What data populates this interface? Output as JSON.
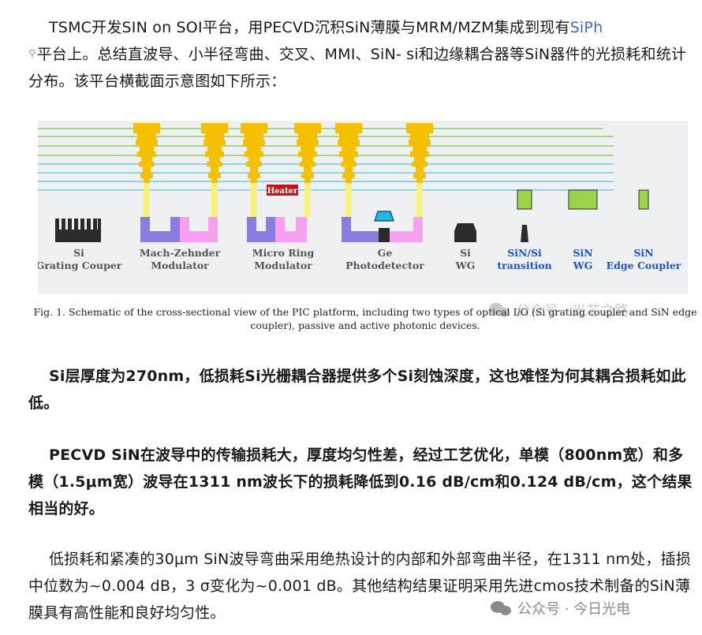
{
  "intro": {
    "text_before_link": "TSMC开发SIN on SOI平台，用PECVD沉积SiN薄膜与MRM/MZM集成到现有",
    "link_text": "SiPh",
    "text_after_link": "平台上。总结直波导、小半径弯曲、交叉、MMI、SiN- si和边缘耦合器等SiN器件的光损耗和统计分布。该平台横截面示意图如下所示："
  },
  "figure": {
    "labels": {
      "grating": [
        "Si",
        "Grating Couper"
      ],
      "mzm": [
        "Mach-Zehnder",
        "Modulator"
      ],
      "mrm": [
        "Micro Ring",
        "Modulator"
      ],
      "ge": [
        "Ge",
        "Photodetector"
      ],
      "siwg": [
        "Si",
        "WG"
      ],
      "transition": [
        "SiN/Si",
        "transition"
      ],
      "sinwg": [
        "SiN",
        "WG"
      ],
      "edge": [
        "SiN",
        "Edge Coupler"
      ]
    },
    "heater_label": "Heater",
    "caption": "Fig. 1. Schematic of the cross-sectional view of the PIC platform, including two types of optical I/O (Si grating coupler and SiN edge coupler), passive and active photonic devices.",
    "colors": {
      "background": "#eef0f1",
      "metal": "#f5c000",
      "via": "#f7f07a",
      "modulator_purple": "#8a7de0",
      "modulator_pink": "#f7a0f0",
      "si": "#2b2b2b",
      "sin": "#9bd44a",
      "heater": "#c0141c",
      "ge": "#1fb6e8",
      "sin_label": "#2050d0"
    }
  },
  "watermarks": {
    "figure_mark": "公众号 · 光芯之路",
    "footer_mark": "公众号 · 今日光电"
  },
  "paragraphs": {
    "p1": "Si层厚度为270nm，低损耗Si光栅耦合器提供多个Si刻蚀深度，这也难怪为何其耦合损耗如此低。",
    "p2": "PECVD SiN在波导中的传输损耗大，厚度均匀性差，经过工艺优化，单模（800nm宽）和多模（1.5μm宽）波导在1311 nm波长下的损耗降低到0.16 dB/cm和0.124 dB/cm，这个结果相当的好。",
    "p3": "低损耗和紧凑的30μm SiN波导弯曲采用绝热设计的内部和外部弯曲半径，在1311 nm处，插损中位数为~0.004 dB，3 σ变化为~0.001 dB。其他结构结果证明采用先进cmos技术制备的SiN薄膜具有高性能和良好均匀性。"
  }
}
